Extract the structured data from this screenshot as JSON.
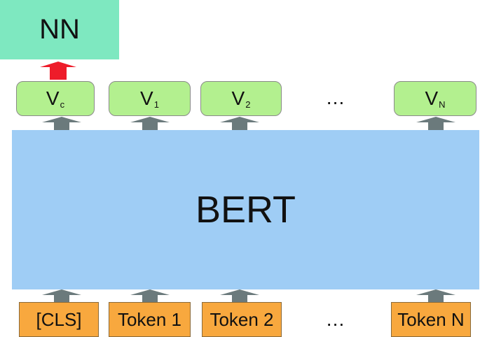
{
  "nn": {
    "label": "NN"
  },
  "outputs": [
    {
      "base": "V",
      "sub": "c"
    },
    {
      "base": "V",
      "sub": "1"
    },
    {
      "base": "V",
      "sub": "2"
    },
    {
      "base": "V",
      "sub": "N"
    }
  ],
  "output_ellipsis": "…",
  "bert": {
    "label": "BERT"
  },
  "tokens": [
    "[CLS]",
    "Token 1",
    "Token 2",
    "Token N"
  ],
  "token_ellipsis": "…",
  "colors": {
    "nn": "#7ee8c0",
    "output": "#b3f08f",
    "bert": "#9fcdf5",
    "token": "#f8a83e",
    "arrow_gray": "#6b7a7c",
    "arrow_red": "#ee1c2a"
  }
}
